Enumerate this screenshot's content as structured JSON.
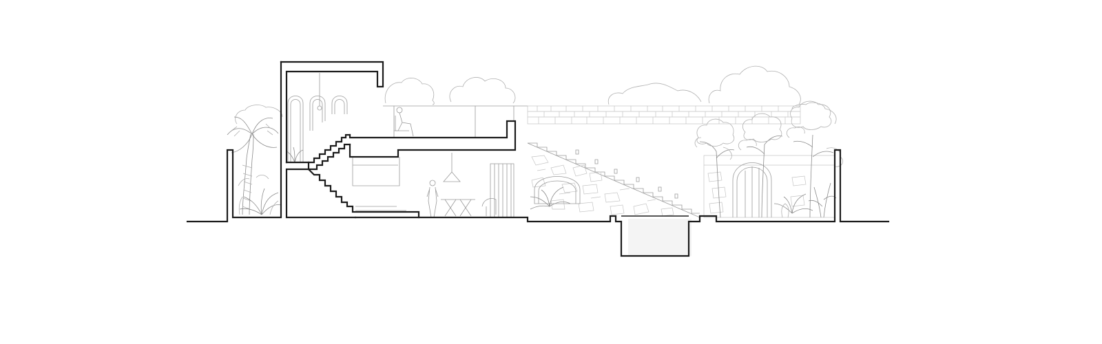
{
  "drawing": {
    "type": "architectural-section",
    "line_color": "#1a1a1a",
    "background": "#ffffff",
    "elevation_line_color": "#9a9a9a",
    "vegetation_line_color": "#b0b0b0"
  },
  "elements": {
    "arched_windows": 3,
    "people": 2,
    "trees": 5,
    "palms": 2
  }
}
